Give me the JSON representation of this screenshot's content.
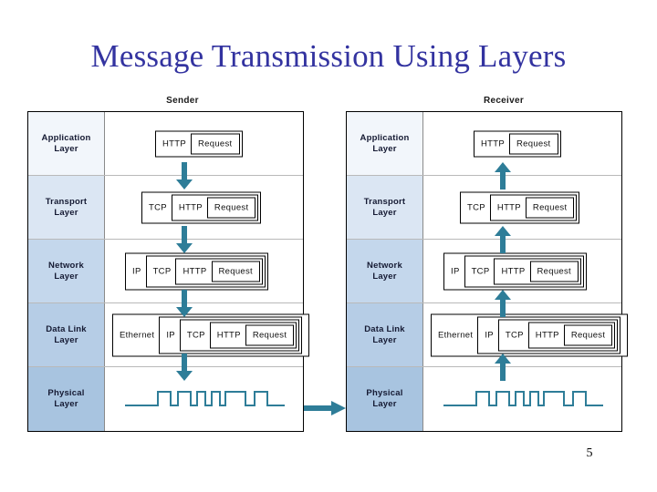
{
  "slide": {
    "title": "Message Transmission Using Layers",
    "page_number": "5",
    "title_color": "#3333a0",
    "arrow_color": "#2e7d98"
  },
  "panels": {
    "sender": {
      "caption": "Sender",
      "direction": "down"
    },
    "receiver": {
      "caption": "Receiver",
      "direction": "up"
    }
  },
  "layers": [
    {
      "name": "Application Layer",
      "label_line1": "Application",
      "label_line2": "Layer",
      "bg": "#f2f6fb",
      "headers": [
        "HTTP"
      ],
      "payload": "Request"
    },
    {
      "name": "Transport Layer",
      "label_line1": "Transport",
      "label_line2": "Layer",
      "bg": "#dbe6f3",
      "headers": [
        "TCP",
        "HTTP"
      ],
      "payload": "Request"
    },
    {
      "name": "Network Layer",
      "label_line1": "Network",
      "label_line2": "Layer",
      "bg": "#c4d7ec",
      "headers": [
        "IP",
        "TCP",
        "HTTP"
      ],
      "payload": "Request"
    },
    {
      "name": "Data Link Layer",
      "label_line1": "Data Link",
      "label_line2": "Layer",
      "bg": "#b6cde6",
      "headers": [
        "Ethernet",
        "IP",
        "TCP",
        "HTTP"
      ],
      "payload": "Request",
      "has_trailer": true
    },
    {
      "name": "Physical Layer",
      "label_line1": "Physical",
      "label_line2": "Layer",
      "bg": "#a8c4e0",
      "signal": "square-wave"
    }
  ],
  "icons": {
    "down_arrow": "arrow-down-icon",
    "up_arrow": "arrow-up-icon",
    "transmission_arrow": "arrow-right-icon",
    "signal": "square-wave-icon"
  }
}
